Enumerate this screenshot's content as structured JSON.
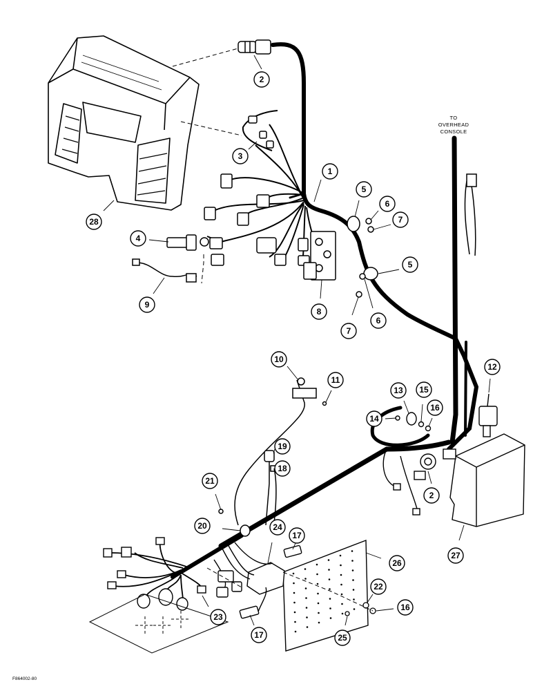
{
  "figure_code": "F864002-80",
  "overhead_note": [
    "TO",
    "OVERHEAD",
    "CONSOLE"
  ],
  "callouts": [
    "1",
    "2",
    "2",
    "3",
    "4",
    "5",
    "5",
    "6",
    "6",
    "7",
    "7",
    "8",
    "9",
    "10",
    "11",
    "12",
    "13",
    "14",
    "15",
    "16",
    "16",
    "17",
    "17",
    "18",
    "19",
    "20",
    "21",
    "22",
    "23",
    "24",
    "25",
    "26",
    "27",
    "28"
  ],
  "colors": {
    "ink": "#000000",
    "paper": "#ffffff"
  }
}
